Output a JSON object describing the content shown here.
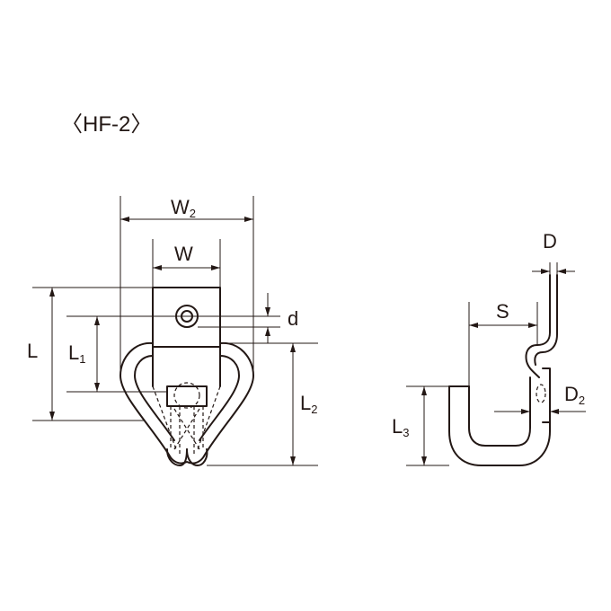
{
  "title": "〈HF-2〉",
  "front_view": {
    "labels": {
      "w2": {
        "main": "W",
        "sub": "2"
      },
      "w": {
        "main": "W"
      },
      "d": {
        "main": "d"
      },
      "l": {
        "main": "L"
      },
      "l1": {
        "main": "L",
        "sub": "1"
      },
      "l2": {
        "main": "L",
        "sub": "2"
      }
    }
  },
  "side_view": {
    "labels": {
      "D": {
        "main": "D"
      },
      "S": {
        "main": "S"
      },
      "d2": {
        "main": "D",
        "sub": "2"
      },
      "l3": {
        "main": "L",
        "sub": "3"
      }
    }
  }
}
